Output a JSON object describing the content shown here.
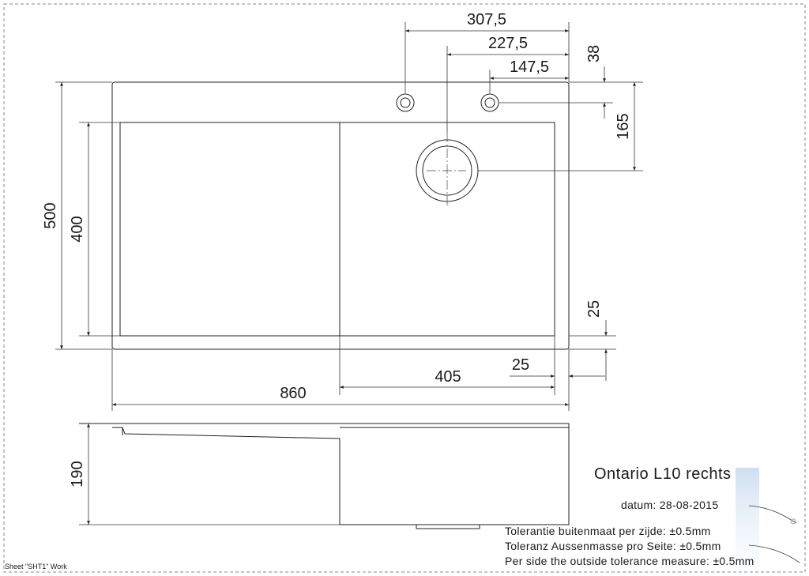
{
  "drawing": {
    "title": "Ontario L10 rechts",
    "date_label": "datum: 28-08-2015",
    "tolerance_nl": "Tolerantie buitenmaat per zijde: ±0.5mm",
    "tolerance_de": "Toleranz Aussenmasse pro Seite: ±0.5mm",
    "tolerance_en": "Per side the outside tolerance measure: ±0.5mm",
    "sheet_label": "Sheet \"SHT1\" Work"
  },
  "dimensions": {
    "d307": "307,5",
    "d227": "227,5",
    "d147": "147,5",
    "d38": "38",
    "d165": "165",
    "d500": "500",
    "d400": "400",
    "d25_right": "25",
    "d25_bottom": "25",
    "d405": "405",
    "d860": "860",
    "d190": "190"
  }
}
